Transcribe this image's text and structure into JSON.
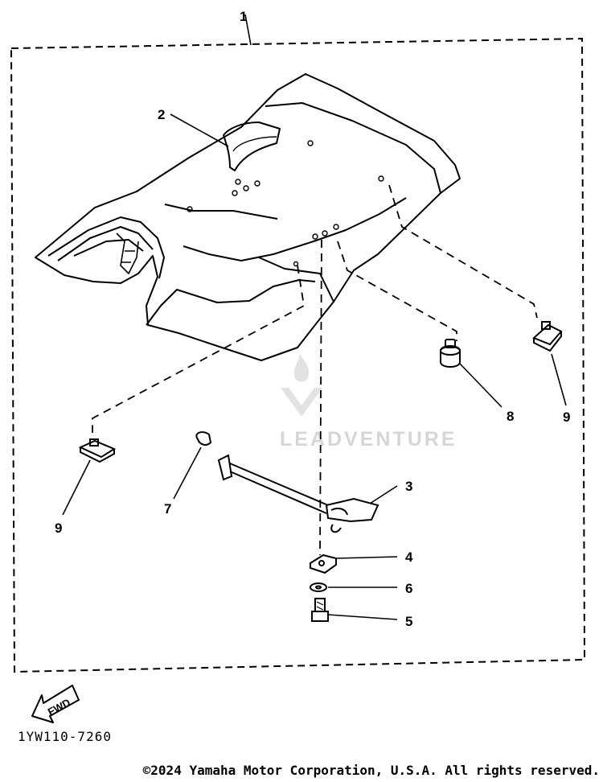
{
  "diagram": {
    "callouts": [
      {
        "id": "1",
        "label": "1"
      },
      {
        "id": "2",
        "label": "2"
      },
      {
        "id": "3",
        "label": "3"
      },
      {
        "id": "4",
        "label": "4"
      },
      {
        "id": "5",
        "label": "5"
      },
      {
        "id": "6",
        "label": "6"
      },
      {
        "id": "7",
        "label": "7"
      },
      {
        "id": "8",
        "label": "8"
      },
      {
        "id": "9a",
        "label": "9"
      },
      {
        "id": "9b",
        "label": "9"
      }
    ],
    "fwd_arrow_label": "FWD",
    "diagram_code": "1YW110-7260",
    "watermark": "LEADVENTURE",
    "copyright": "©2024 Yamaha Motor Corporation, U.S.A. All rights reserved."
  }
}
